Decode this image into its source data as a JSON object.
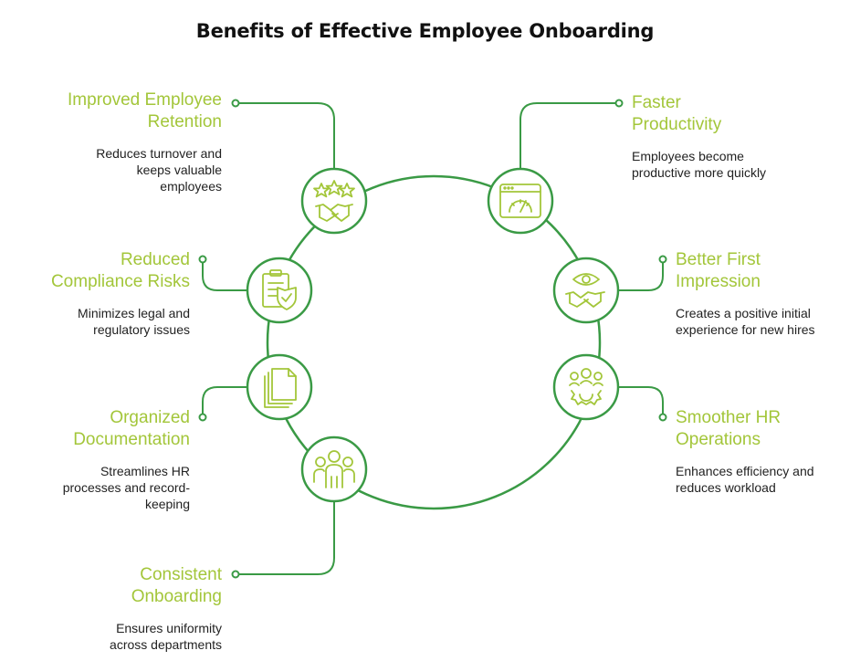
{
  "title": "Benefits of Effective Employee Onboarding",
  "colors": {
    "accent": "#a3c63a",
    "line": "#3a9a45",
    "text": "#222222"
  },
  "benefits": [
    {
      "heading_lines": [
        "Improved Employee",
        "Retention"
      ],
      "description_lines": [
        "Reduces turnover and",
        "keeps valuable",
        "employees"
      ],
      "icon": "stars-handshake-icon",
      "side": "left"
    },
    {
      "heading_lines": [
        "Reduced",
        "Compliance Risks"
      ],
      "description_lines": [
        "Minimizes legal and",
        "regulatory issues"
      ],
      "icon": "clipboard-shield-icon",
      "side": "left"
    },
    {
      "heading_lines": [
        "Organized",
        "Documentation"
      ],
      "description_lines": [
        "Streamlines HR",
        "processes and record-",
        "keeping"
      ],
      "icon": "document-stack-icon",
      "side": "left"
    },
    {
      "heading_lines": [
        "Consistent",
        "Onboarding"
      ],
      "description_lines": [
        "Ensures uniformity",
        "across departments"
      ],
      "icon": "team-group-icon",
      "side": "left"
    },
    {
      "heading_lines": [
        "Faster",
        "Productivity"
      ],
      "description_lines": [
        "Employees become",
        "productive more quickly"
      ],
      "icon": "browser-speedometer-icon",
      "side": "right"
    },
    {
      "heading_lines": [
        "Better First",
        "Impression"
      ],
      "description_lines": [
        "Creates a positive initial",
        "experience for new hires"
      ],
      "icon": "eye-handshake-icon",
      "side": "right"
    },
    {
      "heading_lines": [
        "Smoother HR",
        "Operations"
      ],
      "description_lines": [
        "Enhances efficiency and",
        "reduces workload"
      ],
      "icon": "people-gear-icon",
      "side": "right"
    }
  ]
}
